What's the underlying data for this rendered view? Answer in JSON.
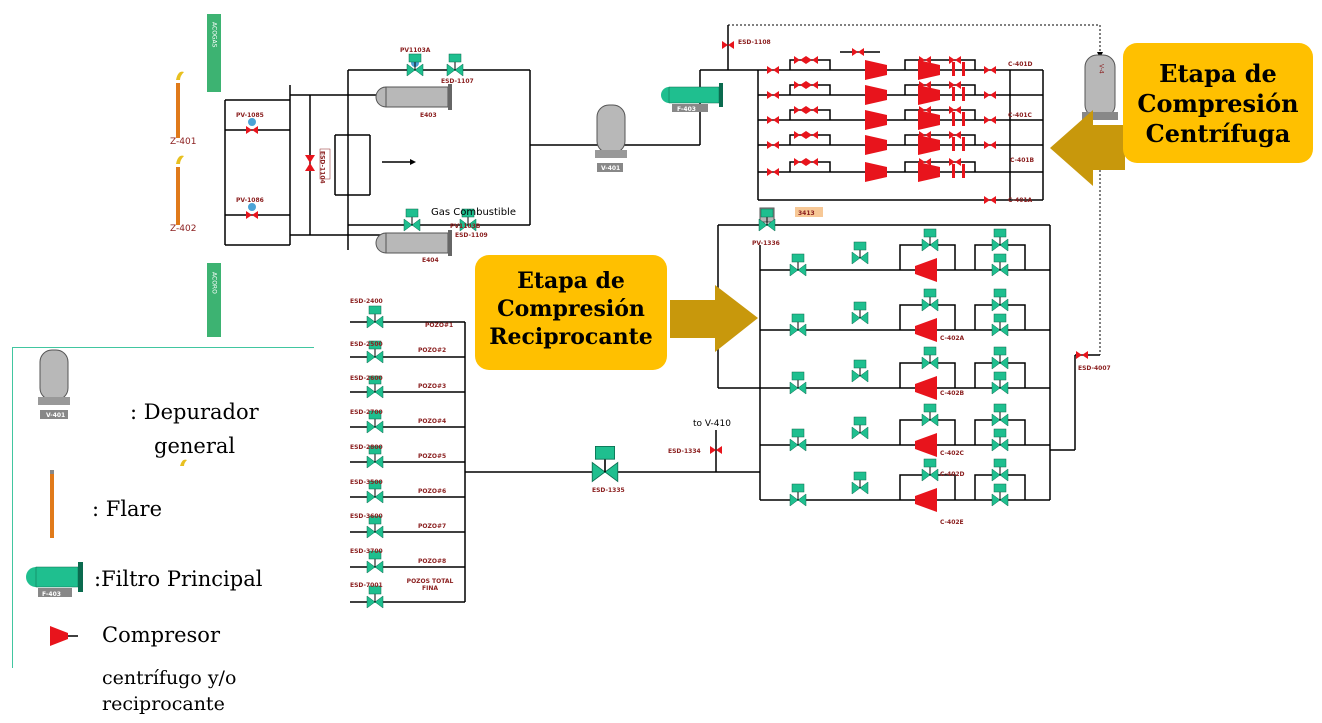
{
  "flares": {
    "z401": "Z-401",
    "z402": "Z-402"
  },
  "valves_top": {
    "pv1085": "PV-1085",
    "pv1086": "PV-1086",
    "pv1103a": "PV1103A",
    "esd1107": "ESD-1107",
    "esd1104": "ESD-1104",
    "esd1109": "ESD-1109",
    "pv1103b": "PV1103B",
    "e403": "E403",
    "e404": "E404",
    "v401": "V-401",
    "f403": "F-403",
    "esd1108": "ESD-1108",
    "gas_combustible": "Gas Combustible",
    "acogas": "ACOGAS",
    "acoro": "ACORO"
  },
  "centrifugal": {
    "labels": [
      "C-401D",
      "C-401C",
      "C-401B",
      "C-401A"
    ],
    "tag_3413": "3413",
    "pv1336": "PV-1336",
    "vessel": "V-4"
  },
  "reciprocating": {
    "labels": [
      "C-402A",
      "C-402B",
      "C-402C",
      "C-402D",
      "C-402E"
    ],
    "esd4007": "ESD-4007"
  },
  "wells": {
    "esd": [
      "ESD-2400",
      "ESD-2500",
      "ESD-2600",
      "ESD-2700",
      "ESD-2800",
      "ESD-3500",
      "ESD-3600",
      "ESD-3700",
      "ESD-7001"
    ],
    "pozos": [
      "POZO#1",
      "POZO#2",
      "POZO#3",
      "POZO#4",
      "POZO#5",
      "POZO#6",
      "POZO#7",
      "POZO#8",
      "POZOS TOTAL FINA"
    ]
  },
  "manifold": {
    "to_v410": "to V-410",
    "esd1334": "ESD-1334",
    "esd1335": "ESD-1335"
  },
  "callouts": {
    "centrifuga": [
      "Etapa de",
      "Compresión",
      "Centrífuga"
    ],
    "reciprocante": [
      "Etapa de",
      "Compresión",
      "Reciprocante"
    ]
  },
  "legend": {
    "depurador": ": Depurador",
    "depurador2": "general",
    "depurador_tag": "V-401",
    "flare": ": Flare",
    "filtro": ":Filtro Principal",
    "filtro_tag": "F-403",
    "compresor": "Compresor",
    "compresor2": "centrífugo y/o",
    "compresor3": "reciprocante"
  },
  "colors": {
    "pipe": "#000000",
    "valve_red": "#e8141c",
    "valve_green": "#1fbf8f",
    "callout": "#ffc000",
    "arrow": "#c8980c",
    "flare": "#e07a1a",
    "vessel": "#a9a9a9"
  }
}
